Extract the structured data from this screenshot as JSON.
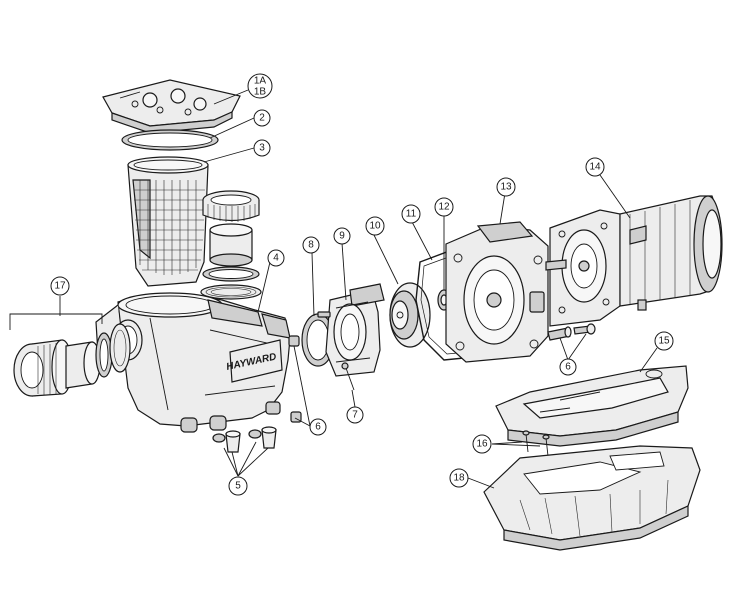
{
  "diagram": {
    "brand_mark": "HAYWARD",
    "callouts": {
      "c1": "1A",
      "c1b": "1B",
      "c2": "2",
      "c3": "3",
      "c4": "4",
      "c5": "5",
      "c6a": "6",
      "c6b": "6",
      "c7": "7",
      "c8": "8",
      "c9": "9",
      "c10": "10",
      "c11": "11",
      "c12": "12",
      "c13": "13",
      "c14": "14",
      "c15": "15",
      "c16": "16",
      "c17": "17",
      "c18": "18"
    }
  }
}
